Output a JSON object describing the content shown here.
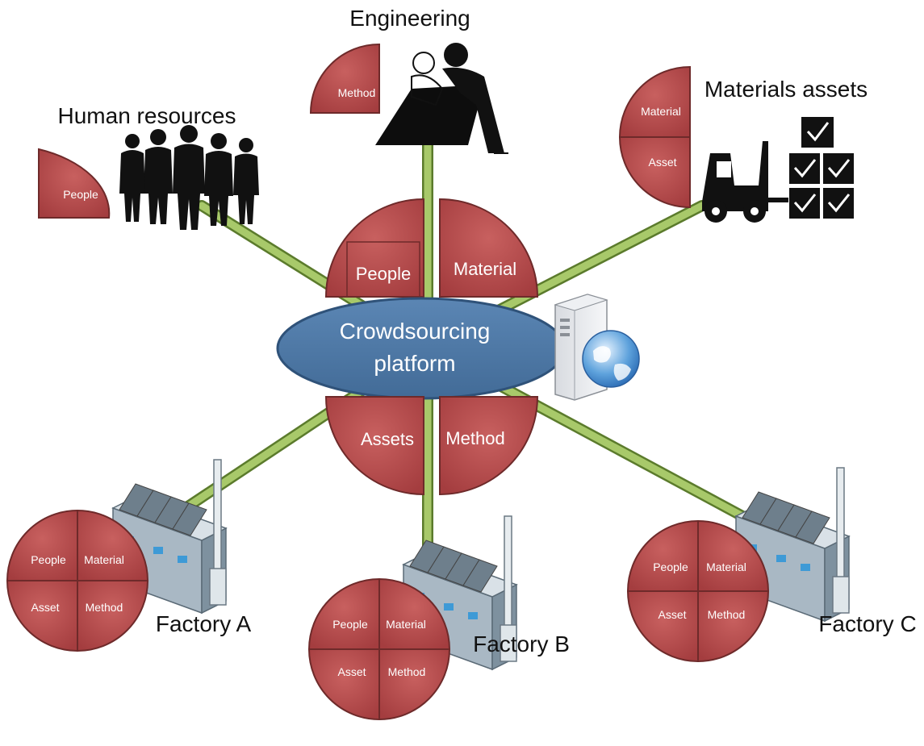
{
  "center": {
    "title_line1": "Crowdsourcing",
    "title_line2": "platform",
    "quadrants": {
      "top_left": "People",
      "top_right": "Material",
      "bottom_left": "Assets",
      "bottom_right": "Method"
    }
  },
  "nodes": {
    "human_resources": {
      "label": "Human resources",
      "quadrant": "People"
    },
    "engineering": {
      "label": "Engineering",
      "quadrant": "Method"
    },
    "materials_assets": {
      "label": "Materials assets",
      "quadrant_top": "Material",
      "quadrant_bottom": "Asset"
    },
    "factory_a": {
      "label": "Factory A",
      "q": {
        "tl": "People",
        "tr": "Material",
        "bl": "Asset",
        "br": "Method"
      }
    },
    "factory_b": {
      "label": "Factory B",
      "q": {
        "tl": "People",
        "tr": "Material",
        "bl": "Asset",
        "br": "Method"
      }
    },
    "factory_c": {
      "label": "Factory C",
      "q": {
        "tl": "People",
        "tr": "Material",
        "bl": "Asset",
        "br": "Method"
      }
    }
  },
  "colors": {
    "quadrant_fill": "#b5484a",
    "quadrant_stroke": "#6e2a2a",
    "connector": "#9cbe5a",
    "platform_fill": "#4f79a6"
  },
  "icons": [
    "people-silhouettes-icon",
    "engineers-icon",
    "forklift-icon",
    "factory-icon",
    "server-icon",
    "globe-icon",
    "check-icon"
  ]
}
